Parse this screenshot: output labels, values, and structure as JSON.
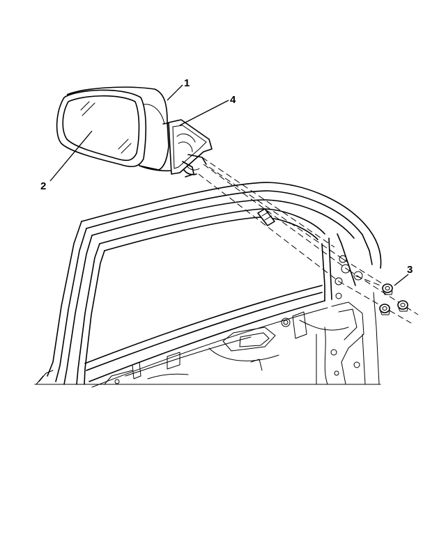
{
  "callouts": [
    {
      "id": "1",
      "label": "1",
      "part": "mirror-housing"
    },
    {
      "id": "2",
      "label": "2",
      "part": "mirror-glass"
    },
    {
      "id": "3",
      "label": "3",
      "part": "mounting-nut"
    },
    {
      "id": "4",
      "label": "4",
      "part": "mirror-gasket-base"
    }
  ],
  "colors": {
    "line": "#000000",
    "background": "#ffffff"
  }
}
